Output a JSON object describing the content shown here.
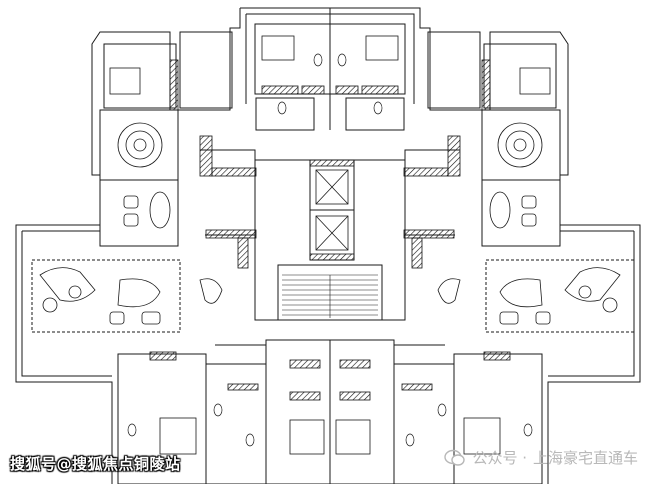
{
  "image": {
    "type": "architectural floor plan",
    "line_color": "#1a1a1a",
    "background": "#ffffff"
  },
  "watermarks": {
    "left_text": "搜狐号@搜狐焦点铜陵站",
    "right_prefix": "公众号 · ",
    "right_text": "上海豪宅直通车",
    "right_icon": "wechat-icon"
  }
}
